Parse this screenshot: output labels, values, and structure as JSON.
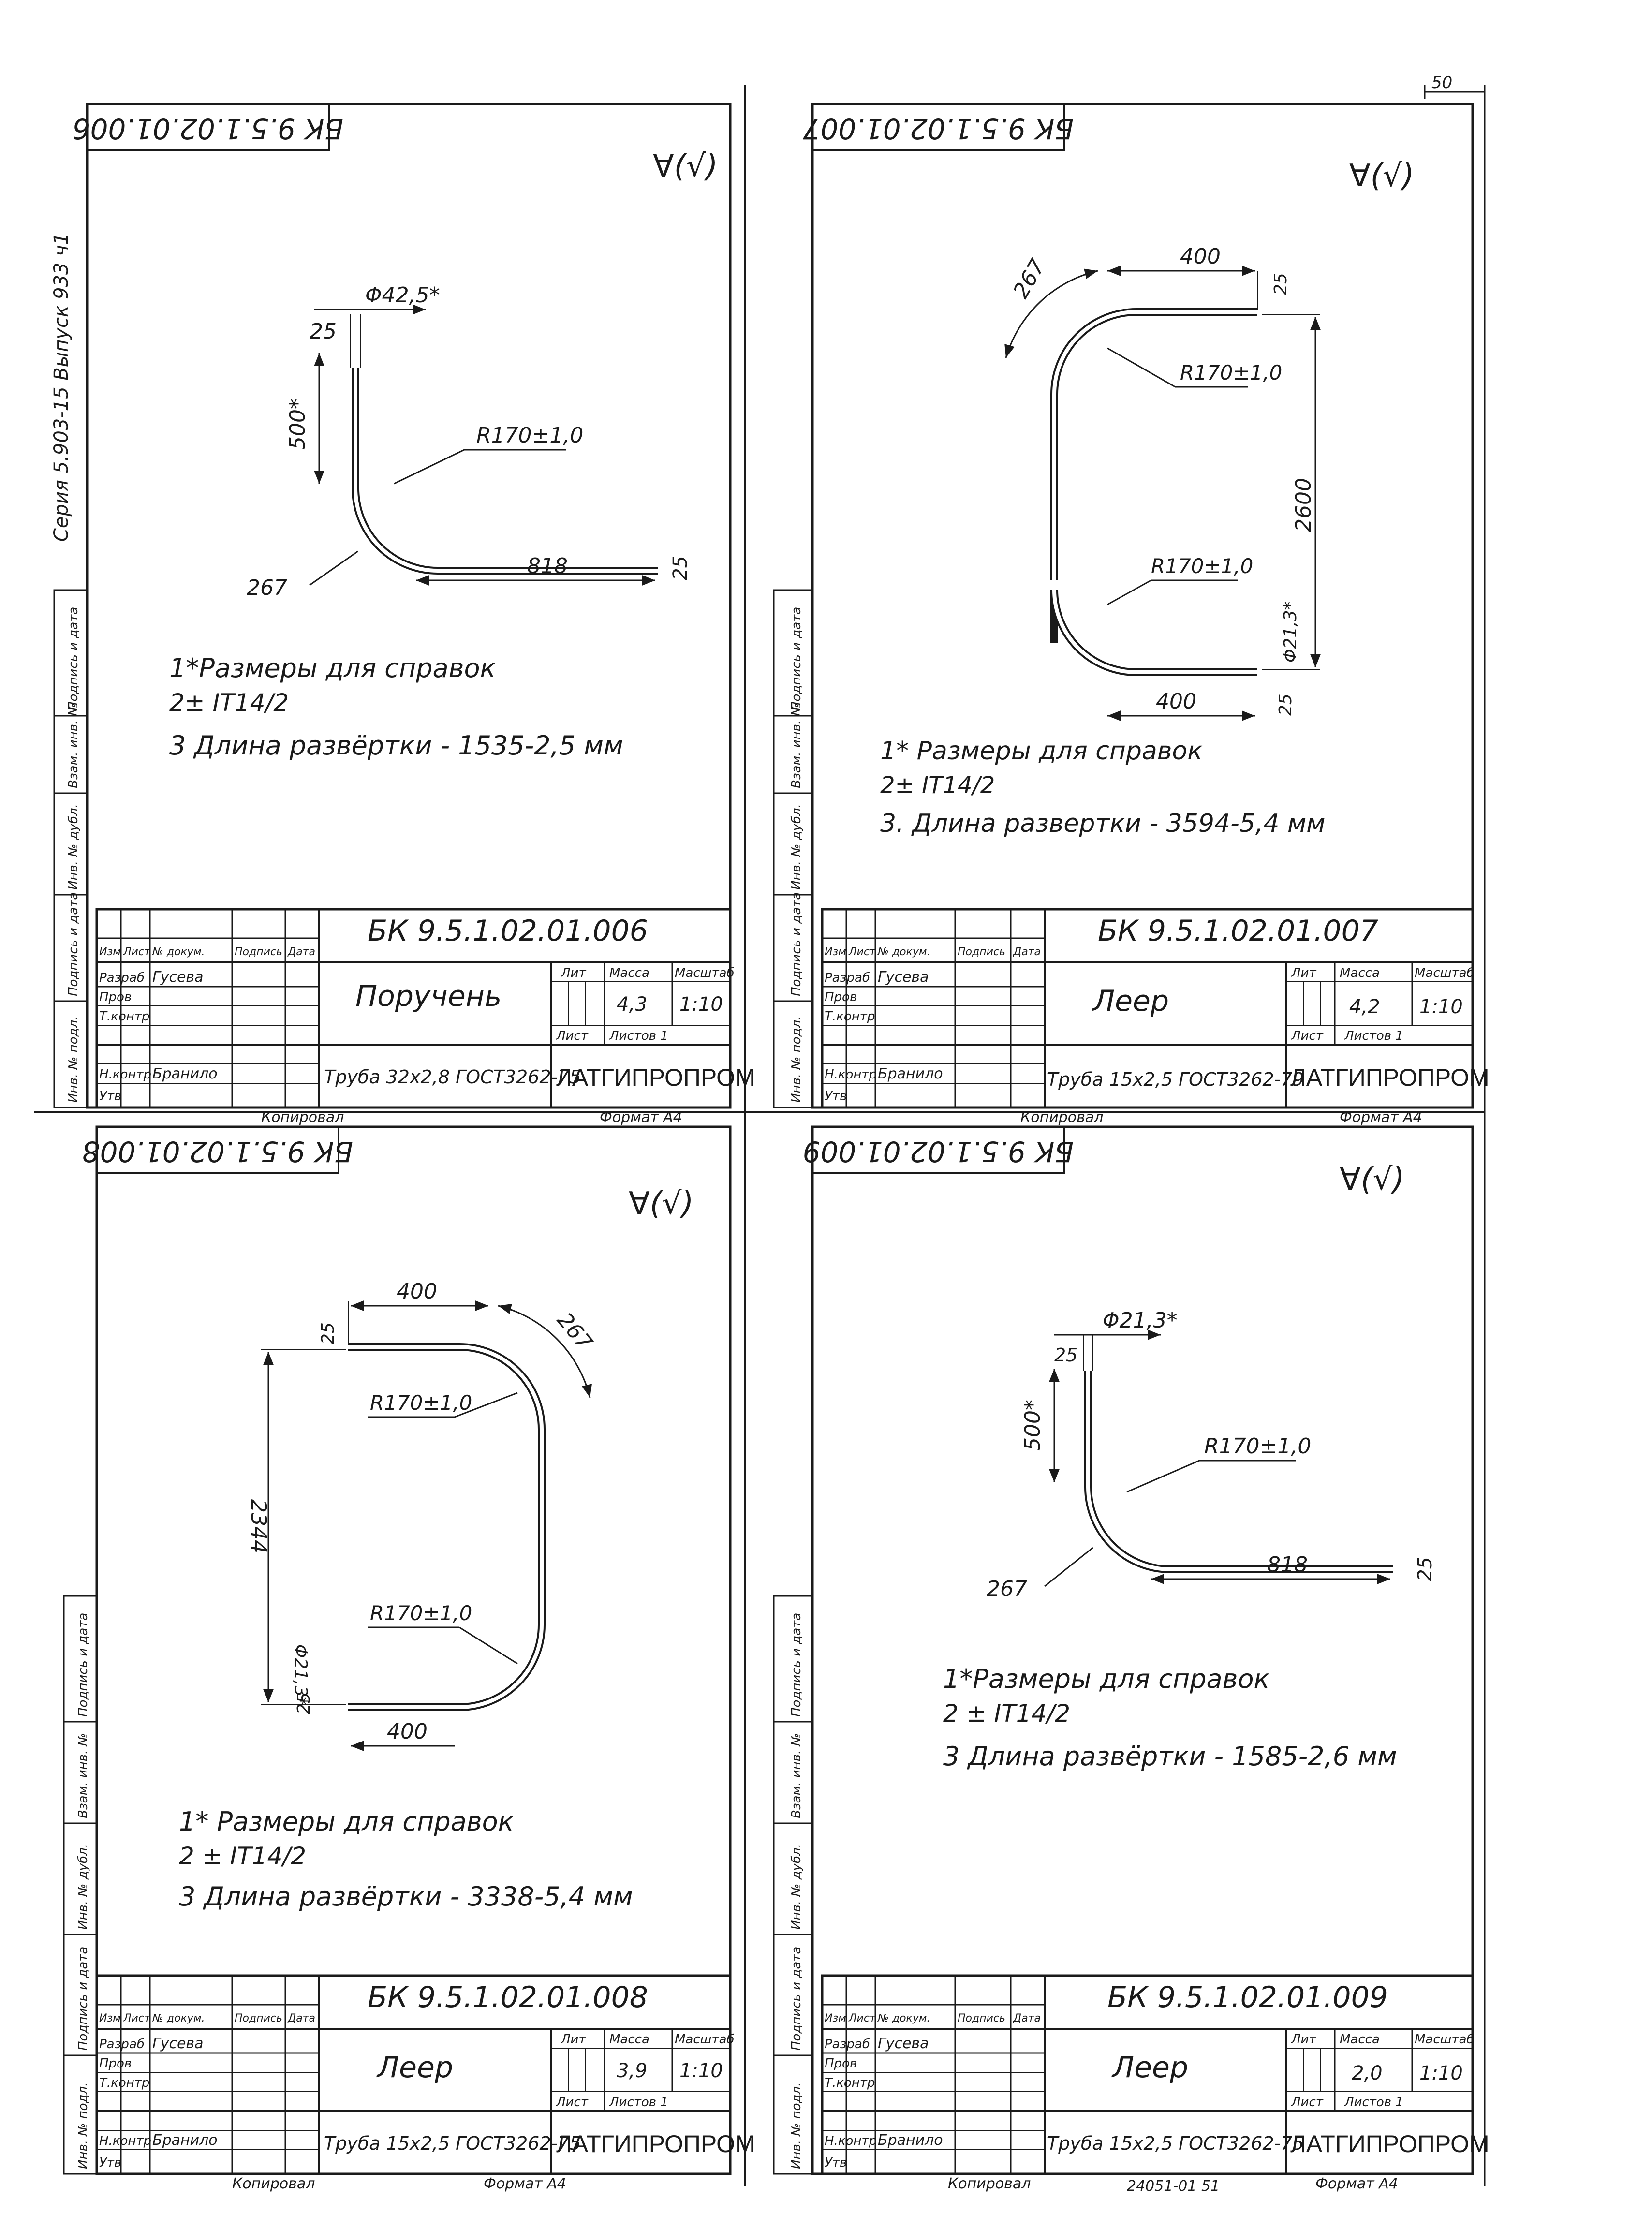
{
  "page_number": "50",
  "series_stamp": "Серия 5.903-15 Выпуск 933 ч1",
  "side_labels": [
    "Подпись и дата",
    "Взам. инв. №",
    "Инв. № дубл.",
    "Подпись и дата",
    "Инв. № подл."
  ],
  "sheets": [
    {
      "id": "s006",
      "code": "БК 9.5.1.02.01.006",
      "code_rotated": "БК 9.5.1.02.01.006",
      "roughness": "∀(√)",
      "dims": {
        "d1": "Φ42,5*",
        "d2": "25",
        "d3": "500*",
        "d4": "R170±1,0",
        "d5": "267",
        "d6": "818",
        "d7": "25"
      },
      "notes": [
        "1*Размеры для справок",
        "2± IT14/2",
        "3 Длина развёртки - 1535-2,5 мм"
      ],
      "title_name": "Поручень",
      "mass": "4,3",
      "scale": "1:10",
      "material": "Труба 32х2,8 ГОСТ3262-75",
      "org": "ЛАТГИПРОПРОМ",
      "format": "Формат А4",
      "copied": "Копировал",
      "row_labels": [
        "Изм",
        "Лист",
        "№ докум.",
        "Подпись",
        "Дата"
      ],
      "col_labels": {
        "lit": "Лит",
        "mass": "Масса",
        "scale": "Масштаб",
        "list": "Лист",
        "lists": "Листов 1"
      },
      "people": {
        "razrab_role": "Разраб",
        "razrab": "Гусева",
        "prov": "Пров",
        "tkontr": "Т.контр",
        "nkontr_role": "Н.контр",
        "nkontr": "Бранило",
        "utv": "Утв"
      }
    },
    {
      "id": "s007",
      "code": "БК 9.5.1.02.01.007",
      "code_rotated": "БК 9.5.1.02.01.007",
      "roughness": "∀(√)",
      "dims": {
        "d1": "400",
        "d2": "267",
        "d3": "R170±1,0",
        "d4": "25",
        "d5": "2600",
        "d6": "R170±1,0",
        "d7": "Φ21,3*",
        "d8": "400",
        "d9": "25"
      },
      "notes": [
        "1* Размеры для справок",
        "2± IT14/2",
        "3. Длина развертки - 3594-5,4 мм"
      ],
      "title_name": "Леер",
      "mass": "4,2",
      "scale": "1:10",
      "material": "Труба 15х2,5 ГОСТ3262-79",
      "org": "ЛАТГИПРОПРОМ",
      "format": "Формат А4",
      "copied": "Копировал",
      "row_labels": [
        "Изм",
        "Лист",
        "№ докум.",
        "Подпись",
        "Дата"
      ],
      "col_labels": {
        "lit": "Лит",
        "mass": "Масса",
        "scale": "Масштаб",
        "list": "Лист",
        "lists": "Листов 1"
      },
      "people": {
        "razrab_role": "Разраб",
        "razrab": "Гусева",
        "prov": "Пров",
        "tkontr": "Т.контр",
        "nkontr_role": "Н.контр",
        "nkontr": "Бранило",
        "utv": "Утв"
      }
    },
    {
      "id": "s008",
      "code": "БК 9.5.1.02.01.008",
      "code_rotated": "БК 9.5.1.02.01.008",
      "roughness": "∀(√)",
      "dims": {
        "d1": "400",
        "d2": "25",
        "d3": "267",
        "d4": "R170±1,0",
        "d5": "2344",
        "d6": "R170±1,0",
        "d7": "Φ21,3*",
        "d8": "25",
        "d9": "400"
      },
      "notes": [
        "1* Размеры для справок",
        "2 ± IT14/2",
        "3 Длина развёртки - 3338-5,4 мм"
      ],
      "title_name": "Леер",
      "mass": "3,9",
      "scale": "1:10",
      "material": "Труба 15х2,5 ГОСТ3262-75",
      "org": "ЛАТГИПРОПРОМ",
      "format": "Формат А4",
      "copied": "Копировал",
      "row_labels": [
        "Изм",
        "Лист",
        "№ докум.",
        "Подпись",
        "Дата"
      ],
      "col_labels": {
        "lit": "Лит",
        "mass": "Масса",
        "scale": "Масштаб",
        "list": "Лист",
        "lists": "Листов 1"
      },
      "people": {
        "razrab_role": "Разраб",
        "razrab": "Гусева",
        "prov": "Пров",
        "tkontr": "Т.контр",
        "nkontr_role": "Н.контр",
        "nkontr": "Бранило",
        "utv": "Утв"
      }
    },
    {
      "id": "s009",
      "code": "БК 9.5.1.02.01.009",
      "code_rotated": "БК 9.5.1.02.01.009",
      "roughness": "∀(√)",
      "dims": {
        "d1": "Φ21,3*",
        "d2": "25",
        "d3": "500*",
        "d4": "R170±1,0",
        "d5": "267",
        "d6": "818",
        "d7": "25"
      },
      "notes": [
        "1*Размеры для справок",
        "2 ± IT14/2",
        "3 Длина развёртки - 1585-2,6 мм"
      ],
      "title_name": "Леер",
      "mass": "2,0",
      "scale": "1:10",
      "material": "Труба 15х2,5 ГОСТ3262-75",
      "org": "ЛАТГИПРОПРОМ",
      "format": "Формат А4",
      "copied": "Копировал",
      "row_labels": [
        "Изм",
        "Лист",
        "№ докум.",
        "Подпись",
        "Дата"
      ],
      "col_labels": {
        "lit": "Лит",
        "mass": "Масса",
        "scale": "Масштаб",
        "list": "Лист",
        "lists": "Листов 1"
      },
      "people": {
        "razrab_role": "Разраб",
        "razrab": "Гусева",
        "prov": "Пров",
        "tkontr": "Т.контр",
        "nkontr_role": "Н.контр",
        "nkontr": "Бранило",
        "utv": "Утв"
      }
    }
  ],
  "bottom_stamp": "24051-01 51"
}
